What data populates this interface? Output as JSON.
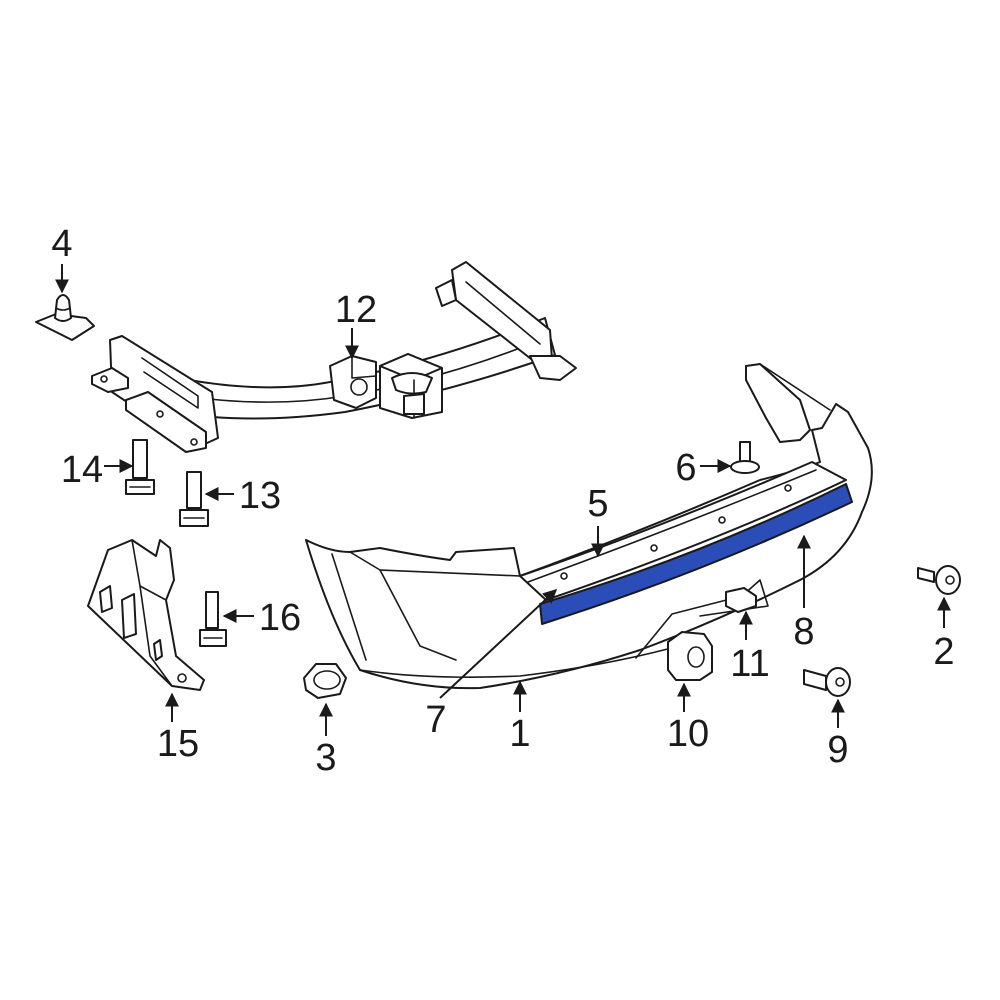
{
  "diagram": {
    "highlight_color": "#2a4db8",
    "line_color": "#1a1a1a",
    "callouts": {
      "c1": "1",
      "c2": "2",
      "c3": "3",
      "c4": "4",
      "c5": "5",
      "c6": "6",
      "c7": "7",
      "c8": "8",
      "c9": "9",
      "c10": "10",
      "c11": "11",
      "c12": "12",
      "c13": "13",
      "c14": "14",
      "c15": "15",
      "c16": "16"
    }
  }
}
